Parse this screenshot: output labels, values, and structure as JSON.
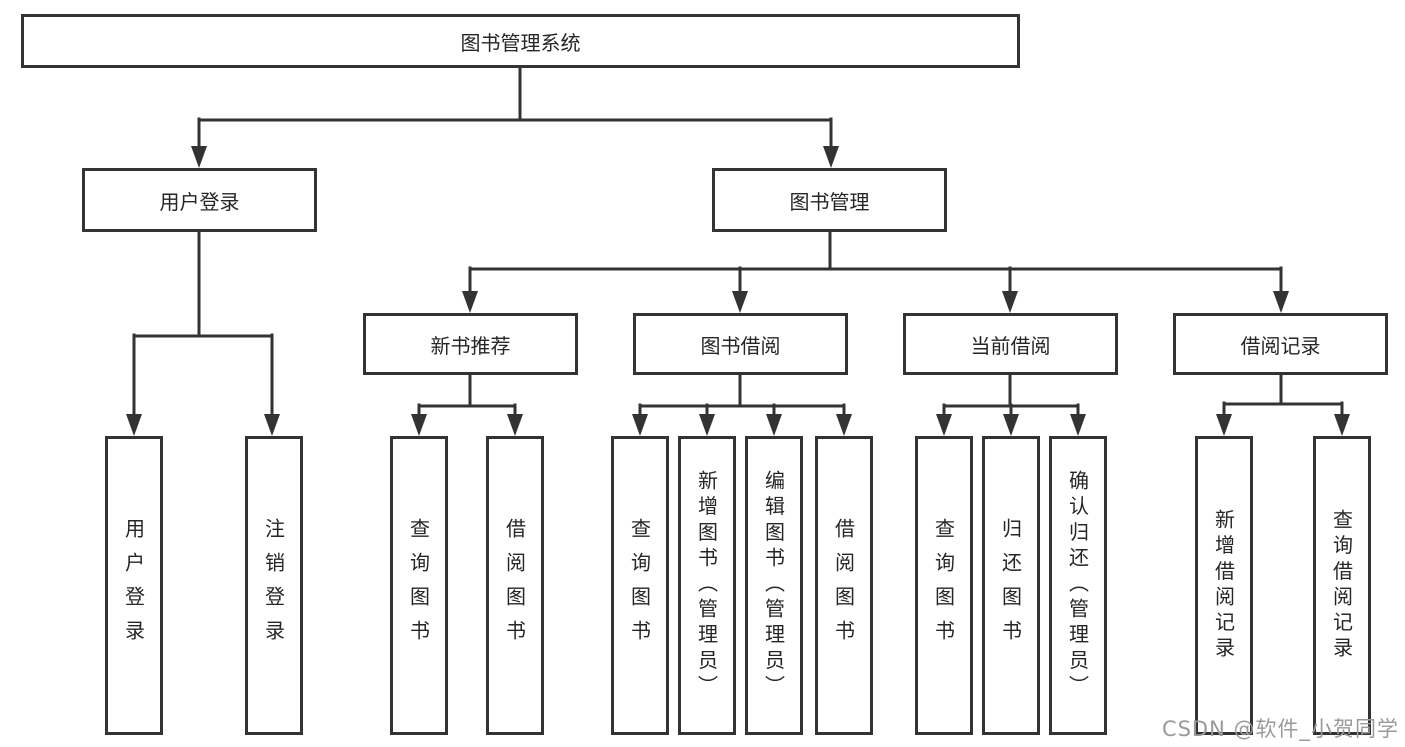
{
  "tree": {
    "root": {
      "label": "图书管理系统"
    },
    "user_login": {
      "label": "用户登录",
      "children": [
        "用户登录",
        "注销登录"
      ]
    },
    "book_management": {
      "label": "图书管理"
    },
    "new_book_recommend": {
      "label": "新书推荐",
      "children": [
        "查询图书",
        "借阅图书"
      ]
    },
    "book_borrow": {
      "label": "图书借阅",
      "children": [
        "查询图书",
        "新增图书（管理员）",
        "编辑图书（管理员）",
        "借阅图书"
      ]
    },
    "current_borrow": {
      "label": "当前借阅",
      "children": [
        "查询图书",
        "归还图书",
        "确认归还（管理员）"
      ]
    },
    "borrow_records": {
      "label": "借阅记录",
      "children": [
        "新增借阅记录",
        "查询借阅记录"
      ]
    }
  },
  "watermark": "CSDN @软件_小贺同学",
  "colors": {
    "line": "#333333",
    "box_border": "#333333",
    "text": "#262626",
    "background": "#ffffff",
    "watermark": "#9a9a9a"
  }
}
